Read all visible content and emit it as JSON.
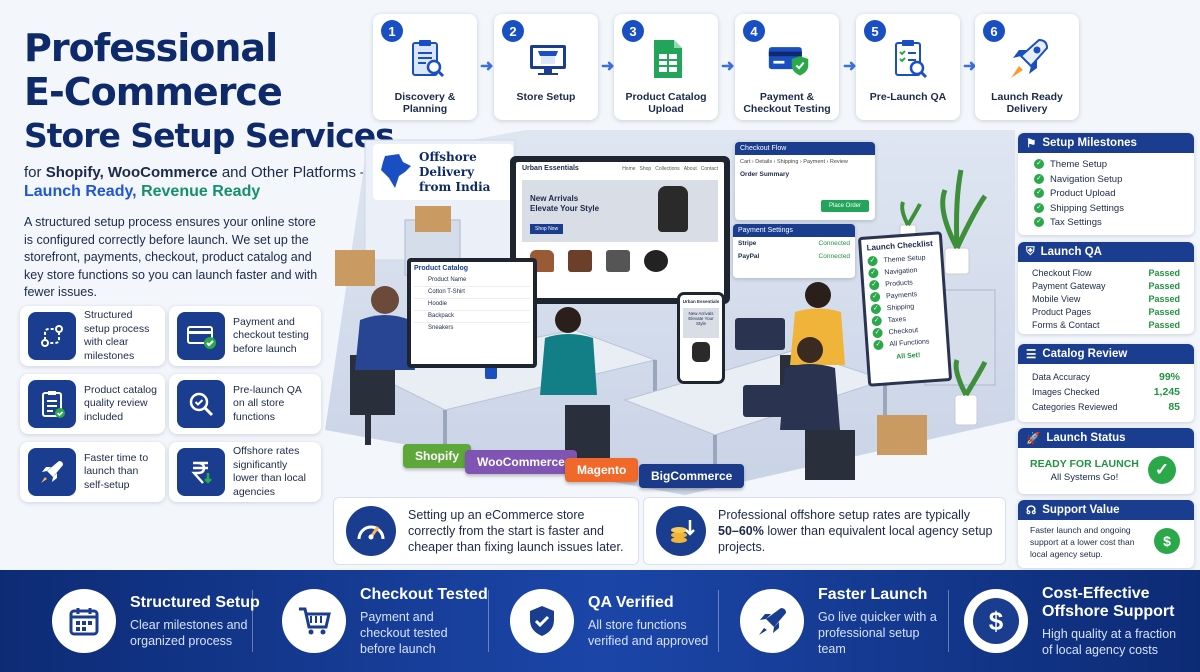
{
  "header": {
    "title_lines": [
      "Professional",
      "E-Commerce",
      "Store Setup Services"
    ],
    "subtitle_pre": "for ",
    "subtitle_bold": "Shopify, WooCommerce",
    "subtitle_post": " and Other Platforms —",
    "tagline_a": "Launch Ready,",
    "tagline_b": "Revenue Ready",
    "intro": "A structured setup process ensures your online store is configured correctly before launch. We set up the storefront, payments, checkout, product catalog and key store functions so you can launch faster and with fewer issues."
  },
  "features": [
    {
      "icon": "route-icon",
      "text": "Structured setup process with clear milestones"
    },
    {
      "icon": "card-check-icon",
      "text": "Payment and checkout testing before launch"
    },
    {
      "icon": "clipboard-check-icon",
      "text": "Product catalog quality review included"
    },
    {
      "icon": "magnifier-check-icon",
      "text": "Pre-launch QA on all store functions"
    },
    {
      "icon": "rocket-icon",
      "text": "Faster time to launch than self-setup"
    },
    {
      "icon": "rupee-icon",
      "text": "Offshore rates significantly lower than local agencies"
    }
  ],
  "steps": [
    {
      "num": "1",
      "label": "Discovery & Planning",
      "icon": "clipboard-search-icon"
    },
    {
      "num": "2",
      "label": "Store Setup",
      "icon": "storefront-icon"
    },
    {
      "num": "3",
      "label": "Product Catalog Upload",
      "icon": "spreadsheet-icon"
    },
    {
      "num": "4",
      "label": "Payment & Checkout Testing",
      "icon": "credit-card-shield-icon"
    },
    {
      "num": "5",
      "label": "Pre-Launch QA",
      "icon": "checklist-search-icon"
    },
    {
      "num": "6",
      "label": "Launch Ready Delivery",
      "icon": "rocket-icon"
    }
  ],
  "milestones": {
    "title": "Setup Milestones",
    "items": [
      "Theme Setup",
      "Navigation Setup",
      "Product Upload",
      "Shipping Settings",
      "Tax Settings"
    ]
  },
  "launch_qa": {
    "title": "Launch QA",
    "rows": [
      {
        "name": "Checkout Flow",
        "status": "Passed"
      },
      {
        "name": "Payment Gateway",
        "status": "Passed"
      },
      {
        "name": "Mobile View",
        "status": "Passed"
      },
      {
        "name": "Product Pages",
        "status": "Passed"
      },
      {
        "name": "Forms & Contact",
        "status": "Passed"
      }
    ]
  },
  "catalog_review": {
    "title": "Catalog Review",
    "rows": [
      {
        "name": "Data Accuracy",
        "value": "99%"
      },
      {
        "name": "Images Checked",
        "value": "1,245"
      },
      {
        "name": "Categories Reviewed",
        "value": "85"
      }
    ]
  },
  "launch_status": {
    "title": "Launch Status",
    "status": "READY FOR LAUNCH",
    "sub": "All Systems Go!"
  },
  "support_value": {
    "title": "Support Value",
    "text": "Faster launch and ongoing support at a lower cost than local agency setup."
  },
  "scene": {
    "banner": "Offshore Delivery from India",
    "site_brand": "Urban Essentials",
    "site_nav": [
      "Home",
      "Shop",
      "Collections",
      "About",
      "Contact"
    ],
    "hero_title": "New Arrivals Elevate Your Style",
    "hero_btn": "Shop Now",
    "checkout_title": "Checkout Flow",
    "checkout_steps": "Cart › Details › Shipping › Payment › Review",
    "order_summary": "Order Summary",
    "place_order": "Place Order",
    "payment_title": "Payment Settings",
    "payments": [
      {
        "name": "Stripe",
        "status": "Connected"
      },
      {
        "name": "PayPal",
        "status": "Connected"
      }
    ],
    "catalog_title": "Product Catalog",
    "catalog_items": [
      "Product Name",
      "Cotton T-Shirt",
      "Hoodie",
      "Backpack",
      "Sneakers"
    ],
    "checklist_title": "Launch Checklist",
    "checklist": [
      "Theme Setup",
      "Navigation",
      "Products",
      "Payments",
      "Shipping",
      "Taxes",
      "Checkout",
      "All Functions"
    ],
    "checklist_done": "All Set!",
    "platforms": [
      "Shopify",
      "WooCommerce",
      "Magento",
      "BigCommerce"
    ]
  },
  "info_boxes": [
    {
      "icon": "speedometer-icon",
      "text": "Setting up an eCommerce store correctly from the start is faster and cheaper than fixing launch issues later."
    },
    {
      "icon": "coins-down-icon",
      "text_pre": "Professional offshore setup rates are typically ",
      "text_bold": "50–60%",
      "text_post": " lower than equivalent local agency setup projects."
    }
  ],
  "bottom": [
    {
      "title": "Structured Setup",
      "desc": "Clear milestones and organized process",
      "icon": "calendar-icon"
    },
    {
      "title": "Checkout Tested",
      "desc": "Payment and checkout tested before launch",
      "icon": "cart-icon"
    },
    {
      "title": "QA Verified",
      "desc": "All store functions verified and approved",
      "icon": "shield-check-icon"
    },
    {
      "title": "Faster Launch",
      "desc": "Go live quicker with a professional setup team",
      "icon": "rocket-icon"
    },
    {
      "title": "Cost-Effective Offshore Support",
      "desc": "High quality at a fraction of local agency costs",
      "icon": "dollar-icon"
    }
  ],
  "colors": {
    "navy": "#1a3d8f",
    "blue": "#1f56d6",
    "green": "#16906c",
    "pass": "#21943f"
  }
}
